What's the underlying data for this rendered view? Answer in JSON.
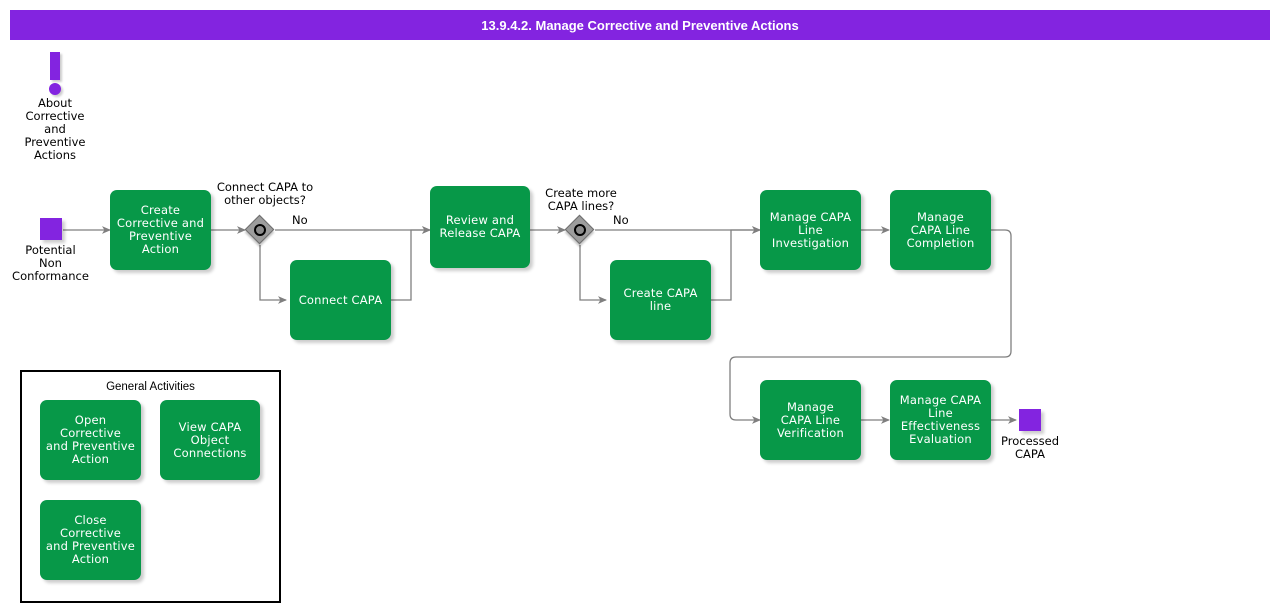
{
  "header": {
    "title": "13.9.4.2. Manage Corrective and Preventive Actions",
    "bar_color": "#8324e0",
    "text_color": "#ffffff"
  },
  "colors": {
    "process_green": "#079848",
    "terminator_purple": "#8324e0",
    "decision_gray": "#9d9d9d",
    "connector_gray": "#7f7f7f",
    "text_black": "#000000"
  },
  "nodes": {
    "note_about": {
      "icon": "exclamation-icon",
      "label": "About\nCorrective\nand\nPreventive\nActions"
    },
    "start": {
      "icon": "terminator-square",
      "label": "Potential\nNon\nConformance"
    },
    "create_capa": {
      "label": "Create\nCorrective and\nPreventive\nAction"
    },
    "connect_capa": {
      "label": "Connect CAPA"
    },
    "review_release": {
      "label": "Review and\nRelease CAPA"
    },
    "create_capa_line": {
      "label": "Create CAPA\nline"
    },
    "manage_investigation": {
      "label": "Manage CAPA\nLine\nInvestigation"
    },
    "manage_completion": {
      "label": "Manage\nCAPA Line\nCompletion"
    },
    "manage_verification": {
      "label": "Manage\nCAPA Line\nVerification"
    },
    "manage_effectiveness": {
      "label": "Manage CAPA\nLine\nEffectiveness\nEvaluation"
    },
    "end": {
      "icon": "terminator-square",
      "label": "Processed\nCAPA"
    }
  },
  "decisions": {
    "connect_decision": {
      "question": "Connect CAPA to\nother objects?",
      "branch_label": "No"
    },
    "more_lines_decision": {
      "question": "Create more\nCAPA lines?",
      "branch_label": "No"
    }
  },
  "general_activities": {
    "title": "General Activities",
    "items": [
      {
        "label": "Open Corrective\nand Preventive\nAction"
      },
      {
        "label": "View CAPA\nObject\nConnections"
      },
      {
        "label": "Close Corrective\nand Preventive\nAction"
      }
    ]
  }
}
